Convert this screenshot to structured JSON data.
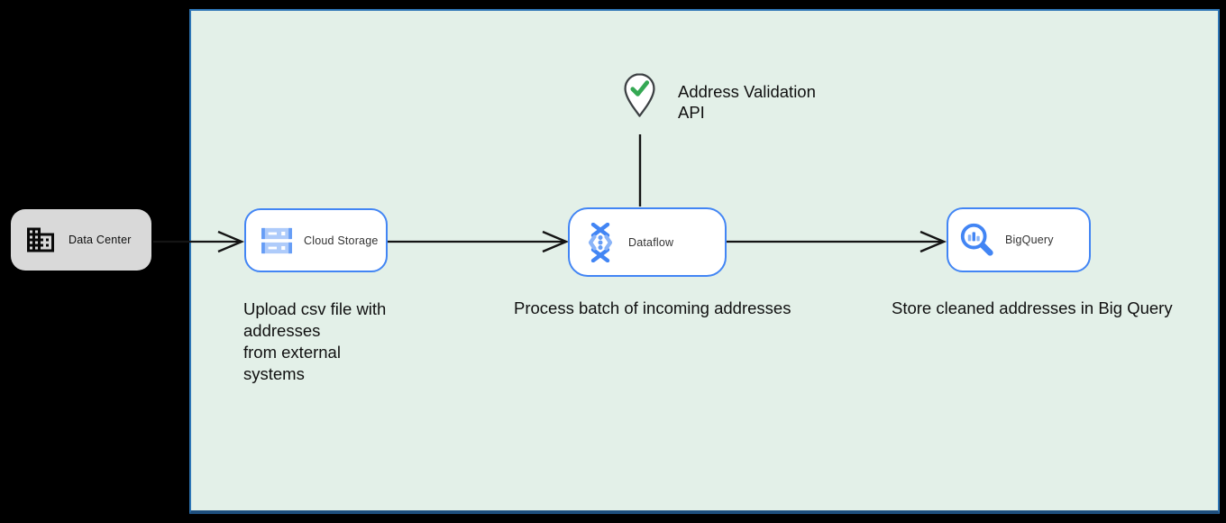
{
  "colors": {
    "page_background": "#000000",
    "canvas_fill": "#e3f0e8",
    "canvas_border": "#2e76b6",
    "node_border_blue": "#4285f4",
    "node_fill": "#ffffff",
    "data_center_fill": "#d9d9d9",
    "connector_black": "#141414",
    "check_green": "#34a853",
    "icon_blue": "#4285f4",
    "icon_light_blue": "#8ab4f8",
    "text_black": "#101010"
  },
  "nodes": {
    "data_center": {
      "label": "Data Center",
      "icon": "building-icon"
    },
    "cloud_storage": {
      "label": "Cloud Storage",
      "icon": "cloud-storage-icon"
    },
    "dataflow": {
      "label": "Dataflow",
      "icon": "dataflow-icon"
    },
    "bigquery": {
      "label": "BigQuery",
      "icon": "bigquery-icon"
    }
  },
  "annotations": {
    "address_validation_api": "Address Validation\nAPI",
    "upload_note": "Upload csv file with\naddresses\nfrom external\nsystems",
    "process_note": "Process batch of incoming addresses",
    "store_note": "Store cleaned addresses in Big Query"
  },
  "edges": [
    {
      "from": "data_center",
      "to": "cloud_storage",
      "style": "open-arrow"
    },
    {
      "from": "cloud_storage",
      "to": "dataflow",
      "style": "open-arrow"
    },
    {
      "from": "dataflow",
      "to": "bigquery",
      "style": "open-arrow"
    },
    {
      "from": "address_validation_api",
      "to": "dataflow",
      "style": "plain-line"
    }
  ]
}
